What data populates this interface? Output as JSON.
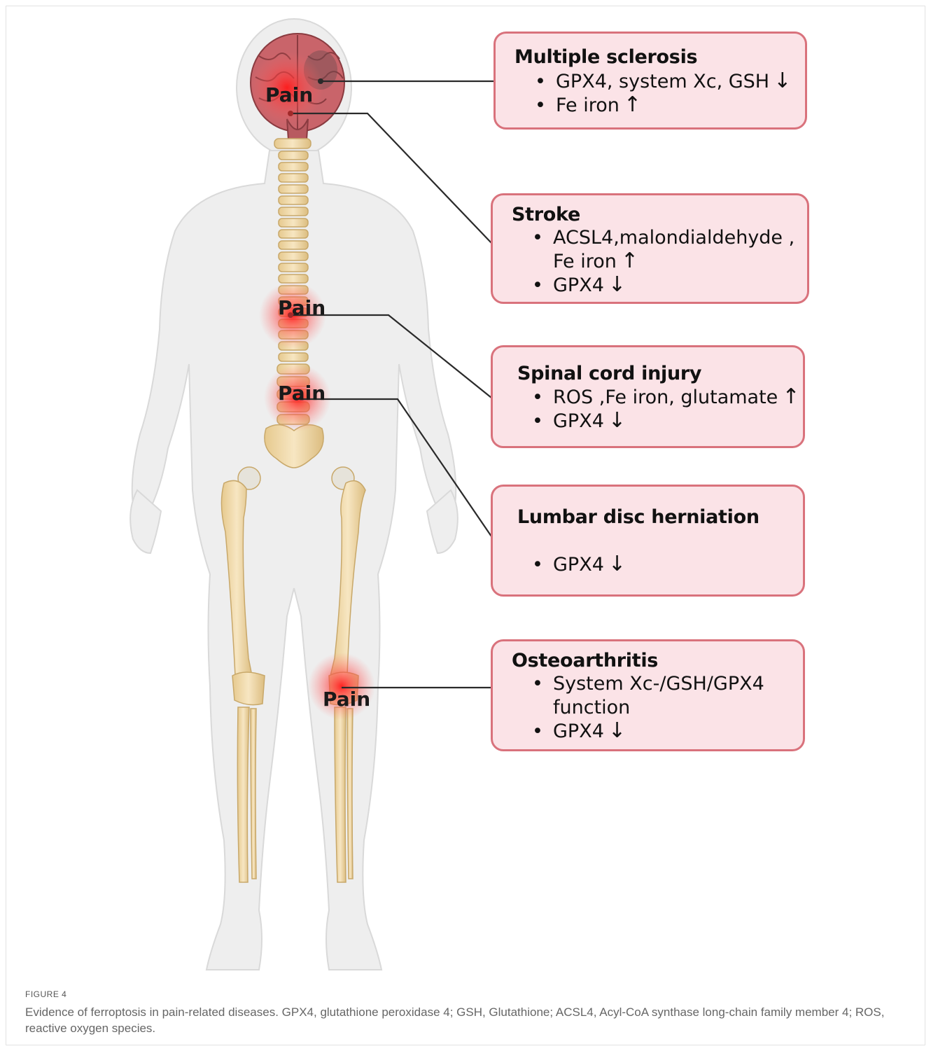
{
  "boxes": {
    "ms": {
      "title": "Multiple sclerosis",
      "items": [
        {
          "text": "GPX4, system Xc, GSH",
          "arrow": "↓"
        },
        {
          "text": "Fe iron",
          "arrow": "↑"
        }
      ]
    },
    "stroke": {
      "title": "Stroke",
      "items": [
        {
          "text": "ACSL4,malondialdehyde ,",
          "text2": "Fe  iron",
          "arrow": "↑"
        },
        {
          "text": "GPX4",
          "arrow": "↓"
        }
      ]
    },
    "sci": {
      "title": "Spinal cord injury",
      "items": [
        {
          "text": "ROS ,Fe iron, glutamate",
          "arrow": "↑"
        },
        {
          "text": "GPX4",
          "arrow": "↓"
        }
      ]
    },
    "ldh": {
      "title": "Lumbar disc herniation",
      "items": [
        {
          "text": "GPX4",
          "arrow": "↓"
        }
      ]
    },
    "oa": {
      "title": "Osteoarthritis",
      "items": [
        {
          "text": "System Xc-/GSH/GPX4",
          "text2": "function",
          "arrow": ""
        },
        {
          "text": "GPX4",
          "arrow": "↓"
        }
      ]
    }
  },
  "pain_labels": [
    "Pain",
    "Pain",
    "Pain",
    "Pain"
  ],
  "figure_label": "FIGURE 4",
  "caption": "Evidence of ferroptosis in pain-related diseases. GPX4, glutathione peroxidase 4; GSH, Glutathione; ACSL4, Acyl-CoA synthase long-chain family member 4; ROS, reactive oxygen species.",
  "colors": {
    "box_fill": "#fbe3e7",
    "box_border": "#d9727c",
    "bone": "#f0dcb0",
    "brain": "#c9646a",
    "glow": "#ff2a2a"
  }
}
